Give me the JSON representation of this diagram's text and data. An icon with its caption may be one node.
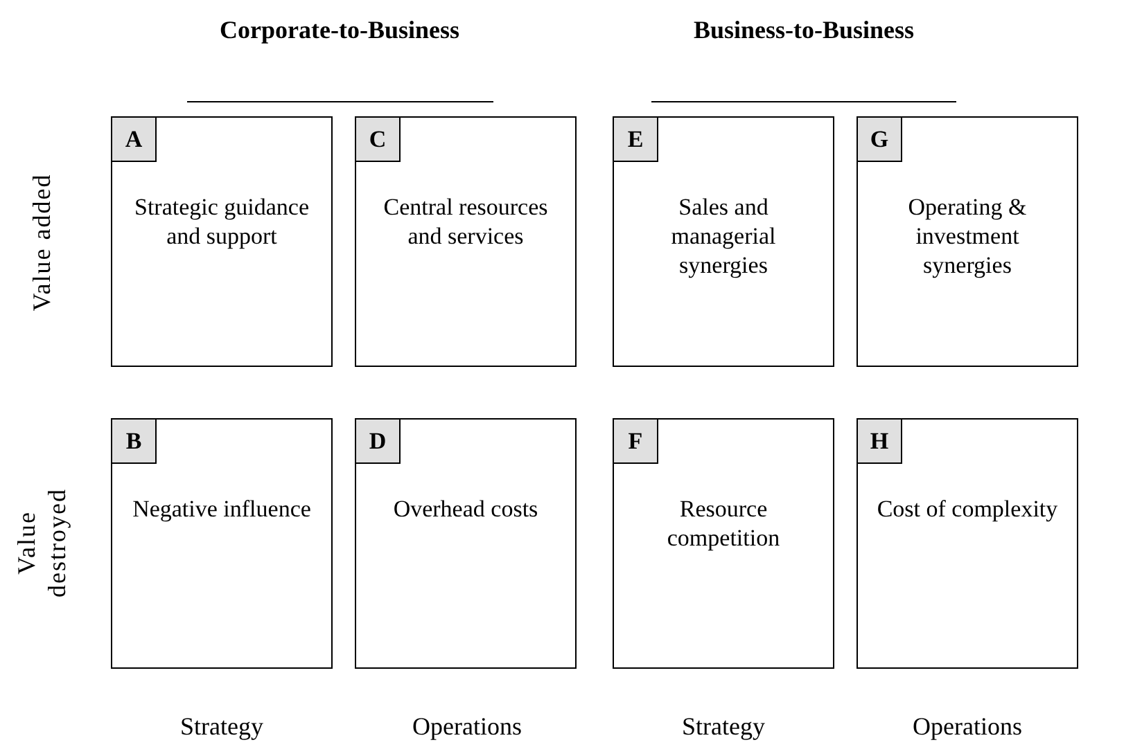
{
  "diagram": {
    "nodes": [
      {
        "text": [
          "A",
          "Strategic guidance and support"
        ]
      },
      {
        "text": [
          "C",
          "Central resources and services"
        ]
      },
      {
        "text": [
          "E",
          "Sales and managerial synergies"
        ]
      },
      {
        "text": [
          "G",
          "Operating & investment synergies"
        ]
      },
      {
        "text": [
          "B",
          "Negative influence"
        ]
      },
      {
        "text": [
          "D",
          "Overhead costs"
        ]
      },
      {
        "text": [
          "F",
          "Resource competition"
        ]
      },
      {
        "text": [
          "H",
          "Cost of complexity"
        ]
      }
    ],
    "labels": [
      "Corporate-to-Business",
      "Business-to-Business",
      "Value added",
      "Value destroyed",
      "Strategy",
      "Operations",
      "Strategy",
      "Operations"
    ]
  }
}
